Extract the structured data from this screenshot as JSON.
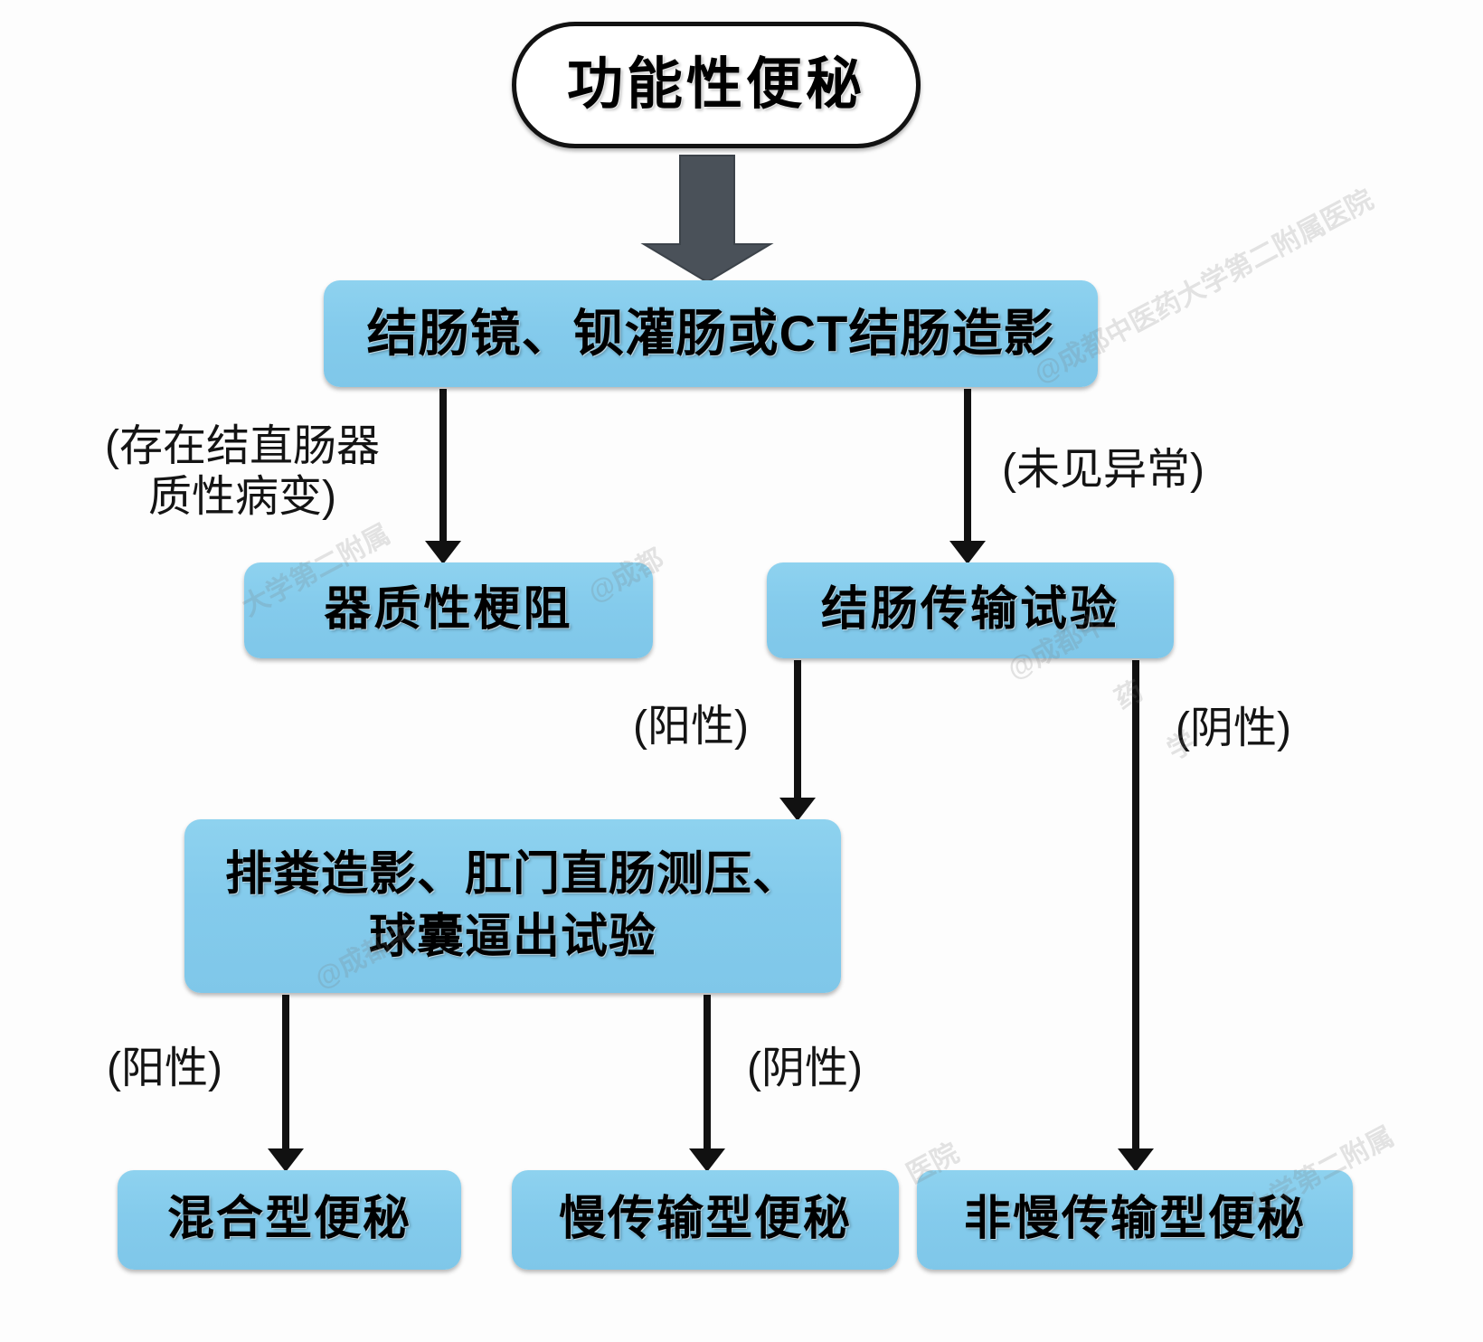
{
  "diagram": {
    "title": "功能性便秘诊断流程图",
    "type": "flowchart",
    "colors": {
      "node_blue": "#87CEEB",
      "root_border": "#121212",
      "root_fill": "#FFFFFF",
      "block_arrow": "#4A5159",
      "thin_arrow": "#111111",
      "background": "#FDFDFD",
      "text": "#000000",
      "watermark": "#787878"
    },
    "nodes": [
      {
        "id": "root",
        "label": "功能性便秘",
        "shape": "stadium",
        "fill": "#FFFFFF"
      },
      {
        "id": "exam",
        "label": "结肠镜、钡灌肠或CT结肠造影",
        "shape": "rounded-rect",
        "fill": "#87CEEB"
      },
      {
        "id": "organic",
        "label": "器质性梗阻",
        "shape": "rounded-rect",
        "fill": "#87CEEB"
      },
      {
        "id": "transit",
        "label": "结肠传输试验",
        "shape": "rounded-rect",
        "fill": "#87CEEB"
      },
      {
        "id": "anorect",
        "label": "排粪造影、肛门直肠测压、\n球囊逼出试验",
        "shape": "rounded-rect",
        "fill": "#87CEEB"
      },
      {
        "id": "mixed",
        "label": "混合型便秘",
        "shape": "rounded-rect",
        "fill": "#87CEEB"
      },
      {
        "id": "slow",
        "label": "慢传输型便秘",
        "shape": "rounded-rect",
        "fill": "#87CEEB"
      },
      {
        "id": "nonslow",
        "label": "非慢传输型便秘",
        "shape": "rounded-rect",
        "fill": "#87CEEB"
      }
    ],
    "edges": [
      {
        "from": "root",
        "to": "exam",
        "label": "",
        "style": "block-arrow"
      },
      {
        "from": "exam",
        "to": "organic",
        "label": "(存在结直肠器\n质性病变)",
        "style": "thin-arrow"
      },
      {
        "from": "exam",
        "to": "transit",
        "label": "(未见异常)",
        "style": "thin-arrow"
      },
      {
        "from": "transit",
        "to": "anorect",
        "label": "(阳性)",
        "style": "thin-arrow"
      },
      {
        "from": "transit",
        "to": "nonslow",
        "label": "(阴性)",
        "style": "thin-arrow"
      },
      {
        "from": "anorect",
        "to": "mixed",
        "label": "(阳性)",
        "style": "thin-arrow"
      },
      {
        "from": "anorect",
        "to": "slow",
        "label": "(阴性)",
        "style": "thin-arrow"
      }
    ],
    "edge_labels": {
      "organic_lesion": "(存在结直肠器\n质性病变)",
      "no_abnormality": "(未见异常)",
      "transit_positive": "(阳性)",
      "transit_negative": "(阴性)",
      "anorect_positive": "(阳性)",
      "anorect_negative": "(阴性)"
    },
    "watermarks": [
      "@成都中医药大学第二附属医院",
      "@成都",
      "@成都中",
      "@成都中医药大学第二附属医院",
      "@成都中",
      "医院",
      "大学第二附属",
      "药",
      "学"
    ]
  }
}
